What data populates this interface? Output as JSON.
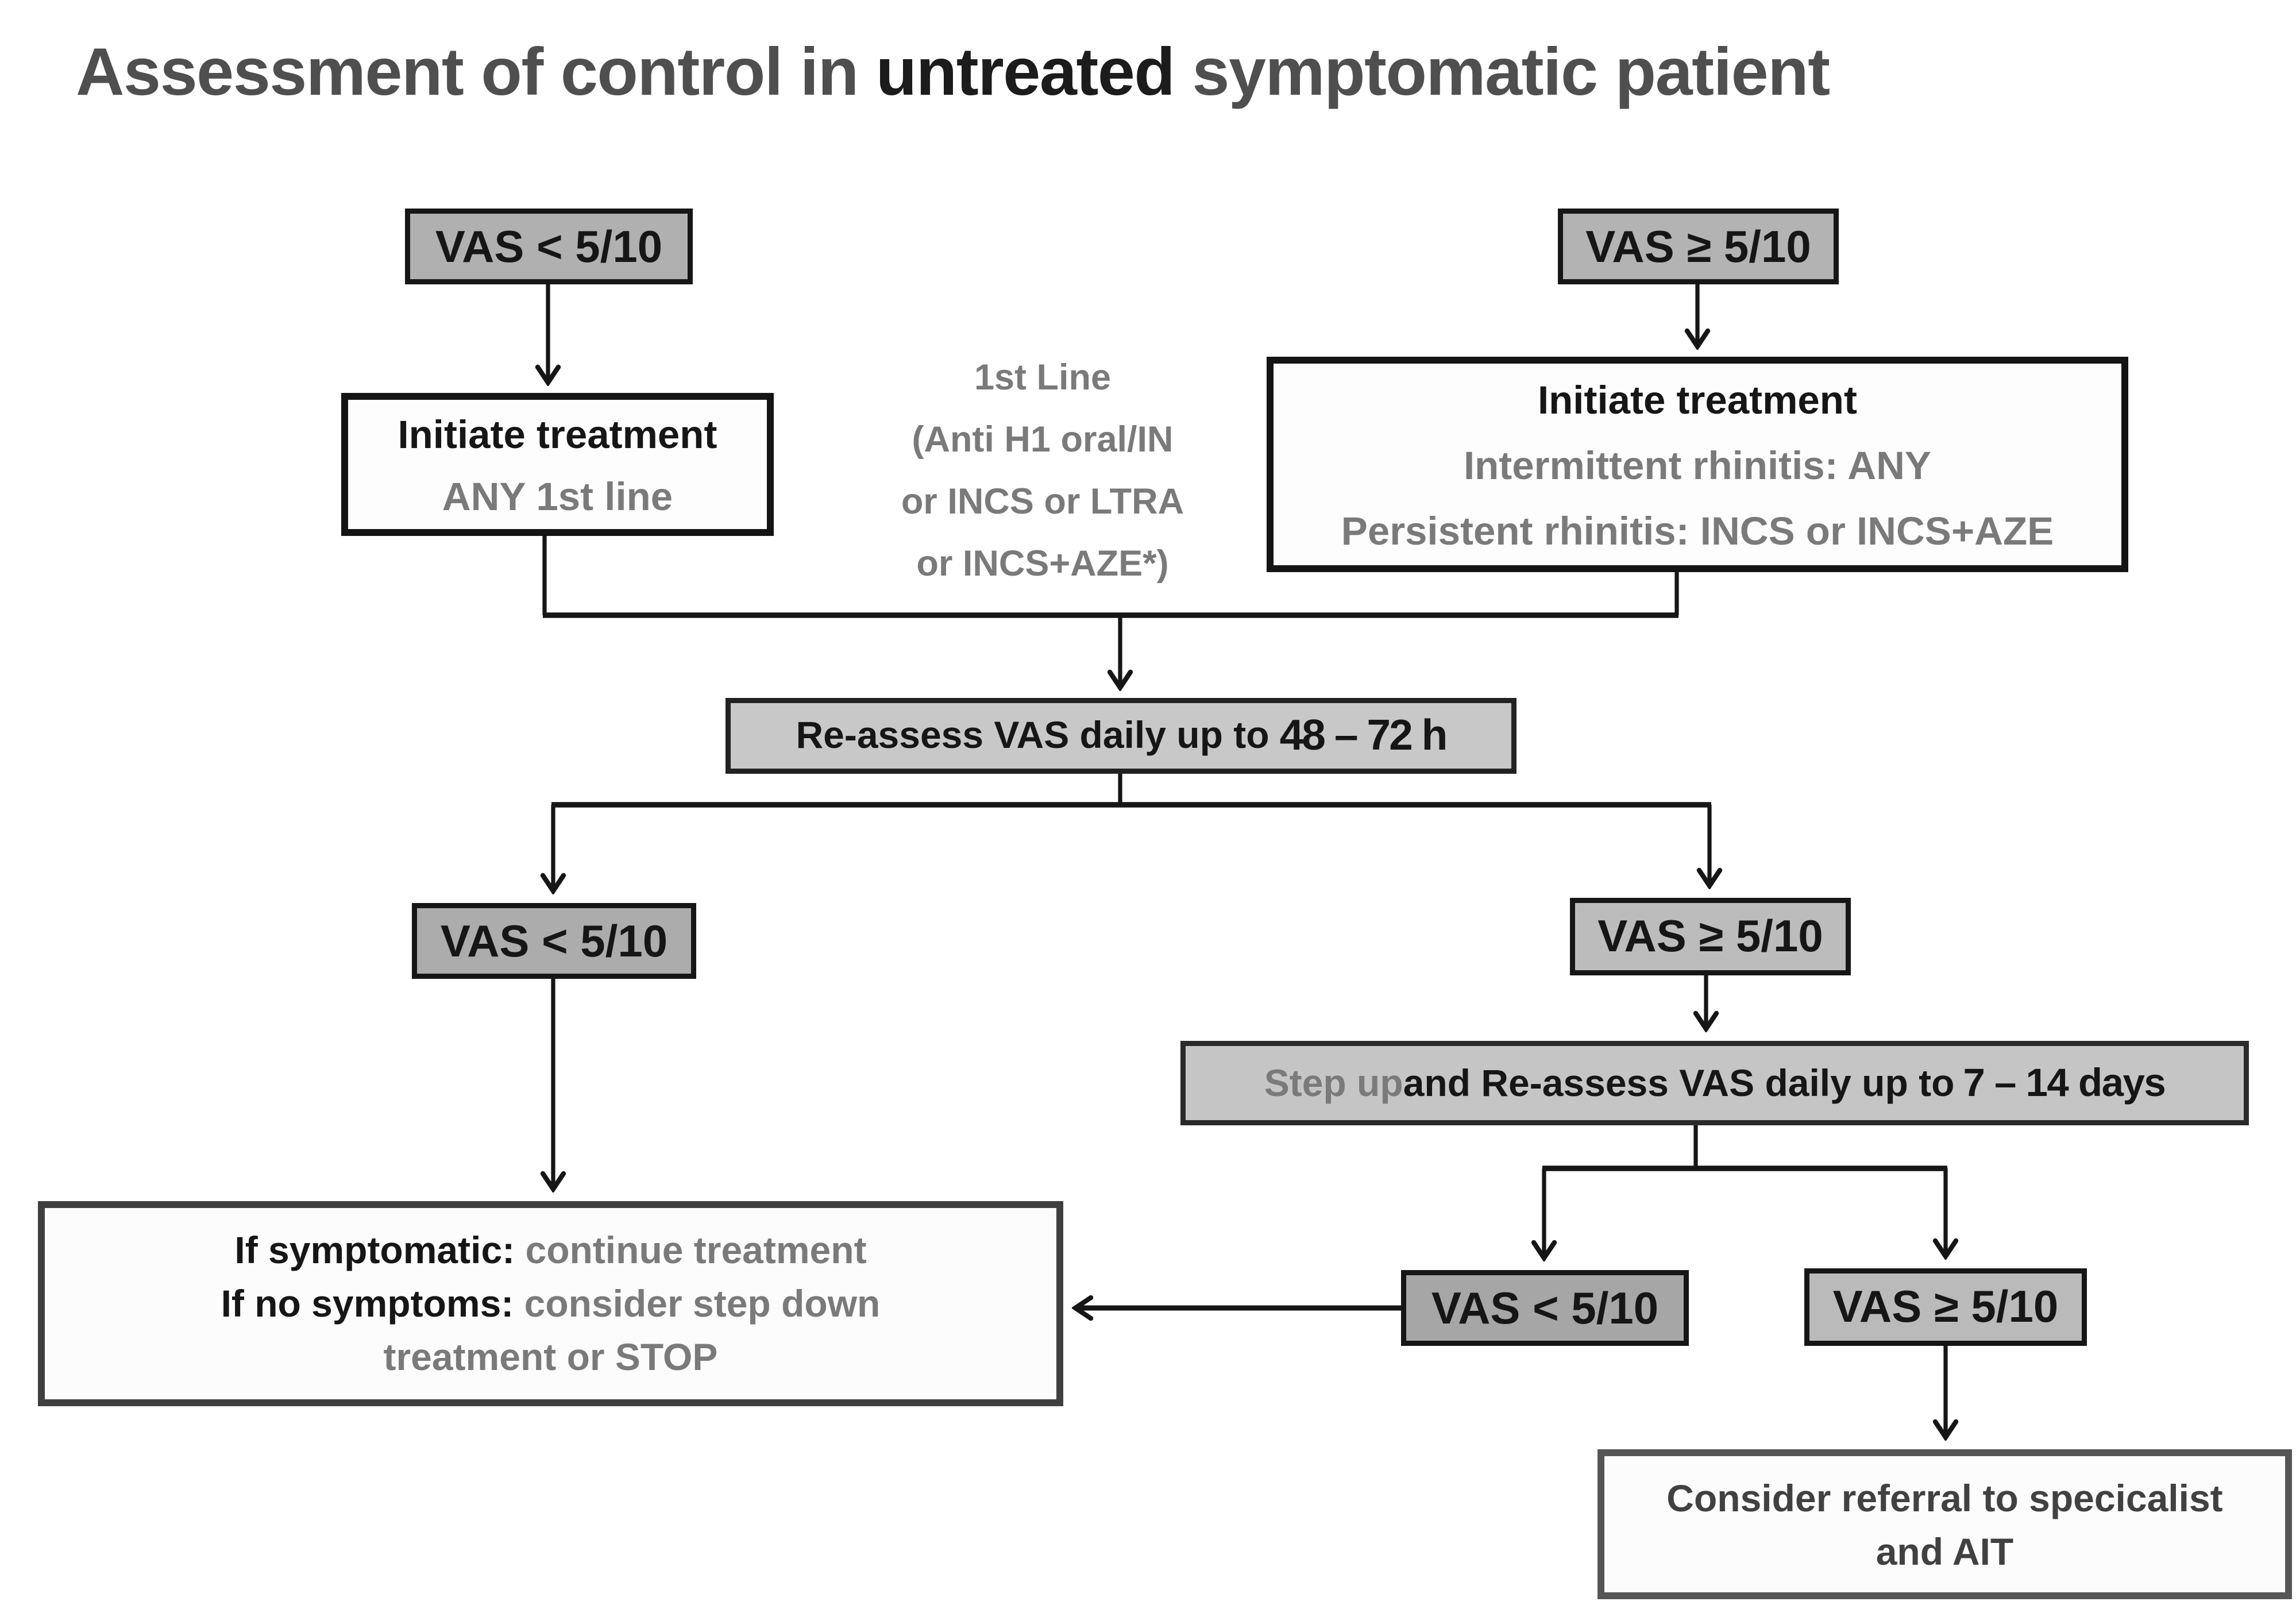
{
  "title": {
    "prefix": "Assessment of control in ",
    "emphasis": "untreated",
    "suffix": " symptomatic patient"
  },
  "colors": {
    "box_gray": "#b1b0b0",
    "box_light_gray": "#c9c8c8",
    "box_dark_gray": "#a7a6a6",
    "box_white": "#fdfdfd",
    "line_black": "#161616",
    "text_black": "#161616",
    "text_gray": "#7a7a7a",
    "border_gray": "#565656"
  },
  "nodes": {
    "vas_lt_top": {
      "label": "VAS < 5/10"
    },
    "vas_ge_top": {
      "label": "VAS ≥ 5/10"
    },
    "initiate_left": {
      "title": "Initiate treatment",
      "subtitle": "ANY 1st line"
    },
    "first_line_note": {
      "lines": [
        "1st Line",
        "(Anti H1 oral/IN",
        "or INCS or LTRA",
        "or INCS+AZE*)"
      ]
    },
    "initiate_right": {
      "title": "Initiate treatment",
      "line2": "Intermittent rhinitis: ANY",
      "line3": "Persistent rhinitis: INCS  or INCS+AZE"
    },
    "reassess": {
      "label": "Re-assess VAS daily  up to",
      "value": "48 – 72 h"
    },
    "vas_lt_mid": {
      "label": "VAS < 5/10"
    },
    "vas_ge_mid": {
      "label": "VAS ≥ 5/10"
    },
    "step_up": {
      "gray": "Step up ",
      "black": "and Re-assess VAS daily up to",
      "value": "7 – 14 days"
    },
    "if_symptomatic": {
      "line1_black": "If symptomatic: ",
      "line1_gray": "continue treatment",
      "line2_black": "If no symptoms: ",
      "line2_gray": "consider step down",
      "line3_gray": "treatment or STOP"
    },
    "vas_lt_bottom": {
      "label": "VAS < 5/10"
    },
    "vas_ge_bottom": {
      "label": "VAS ≥ 5/10"
    },
    "referral": {
      "line1": "Consider referral to specicalist",
      "line2": "and AIT"
    }
  }
}
